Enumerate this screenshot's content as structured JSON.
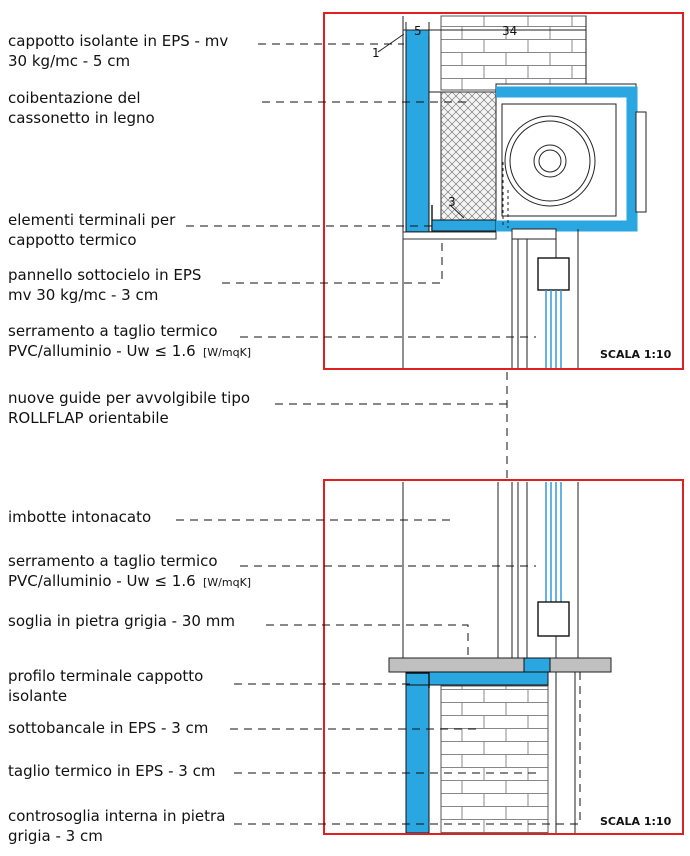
{
  "colors": {
    "insulation": "#2aa6e0",
    "frame": "#e02020",
    "stone": "#c0c0c0",
    "glass": "#3399dd"
  },
  "labels": {
    "l1a": "cappotto isolante in EPS - mv",
    "l1b": "30 kg/mc - 5 cm",
    "l2a": "coibentazione del",
    "l2b": "cassonetto in legno",
    "l3a": "elementi terminali per",
    "l3b": "cappotto termico",
    "l4a": "pannello sottocielo in EPS",
    "l4b": "mv 30 kg/mc - 3 cm",
    "l5a": "serramento a taglio termico",
    "l5b": "PVC/alluminio - Uw ≤ 1.6",
    "l5u": "[W/mqK]",
    "l6a": "nuove guide per avvolgibile tipo",
    "l6b": "ROLLFLAP orientabile",
    "l7": "imbotte intonacato",
    "l8a": "serramento a taglio termico",
    "l8b": "PVC/alluminio - Uw ≤ 1.6",
    "l8u": "[W/mqK]",
    "l9": "soglia in pietra grigia - 30 mm",
    "l10a": "profilo terminale cappotto",
    "l10b": "isolante",
    "l11": "sottobancale in EPS - 3 cm",
    "l12": "taglio termico in EPS  - 3 cm",
    "l13a": "controsoglia interna in pietra",
    "l13b": "grigia - 3 cm"
  },
  "dimensions": {
    "d5": "5",
    "d34": "34",
    "d1": "1",
    "d3": "3"
  },
  "scale_top": "SCALA 1:10",
  "scale_bottom": "SCALA 1:10"
}
